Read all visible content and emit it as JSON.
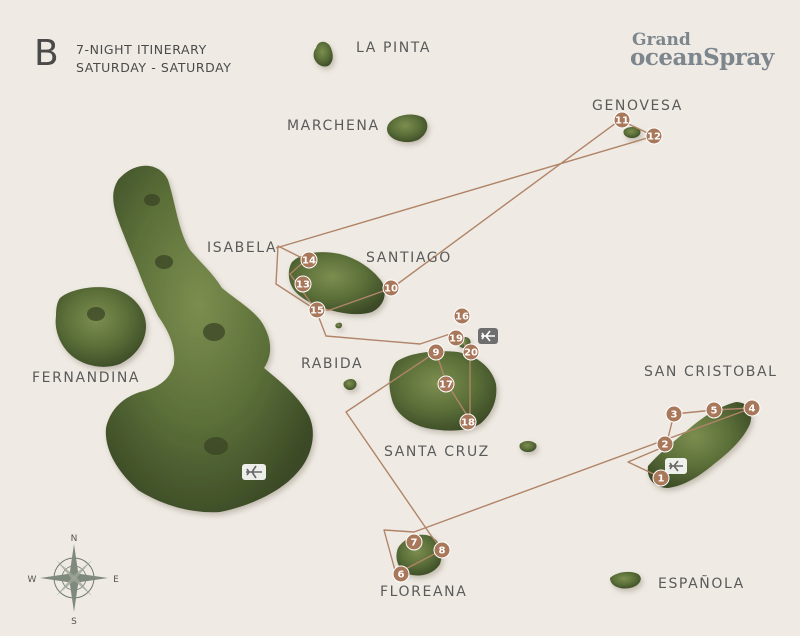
{
  "header": {
    "letter": "B",
    "line1": "7-NIGHT ITINERARY",
    "line2": "SATURDAY - SATURDAY"
  },
  "logo": {
    "top": "Grand",
    "bottom": "oceanSpray"
  },
  "labels": {
    "la_pinta": "LA PINTA",
    "marchena": "MARCHENA",
    "genovesa": "GENOVESA",
    "isabela": "ISABELA",
    "santiago": "SANTIAGO",
    "fernandina": "FERNANDINA",
    "rabida": "RABIDA",
    "santa_cruz": "SANTA CRUZ",
    "san_cristobal": "SAN CRISTOBAL",
    "floreana": "FLOREANA",
    "espanola": "ESPAÑOLA"
  },
  "compass": {
    "n": "N",
    "s": "S",
    "e": "E",
    "w": "W"
  },
  "stops": [
    "1",
    "2",
    "3",
    "4",
    "5",
    "6",
    "7",
    "8",
    "9",
    "10",
    "11",
    "12",
    "13",
    "14",
    "15",
    "16",
    "17",
    "18",
    "19",
    "20"
  ],
  "icons": {
    "airport": "airplane-icon",
    "compass": "compass-rose-icon"
  },
  "colors": {
    "background": "#efebe4",
    "route": "#b08468",
    "stop_marker": "#a9785b",
    "land": "#5a6e3a",
    "text": "#5a5a5a"
  }
}
